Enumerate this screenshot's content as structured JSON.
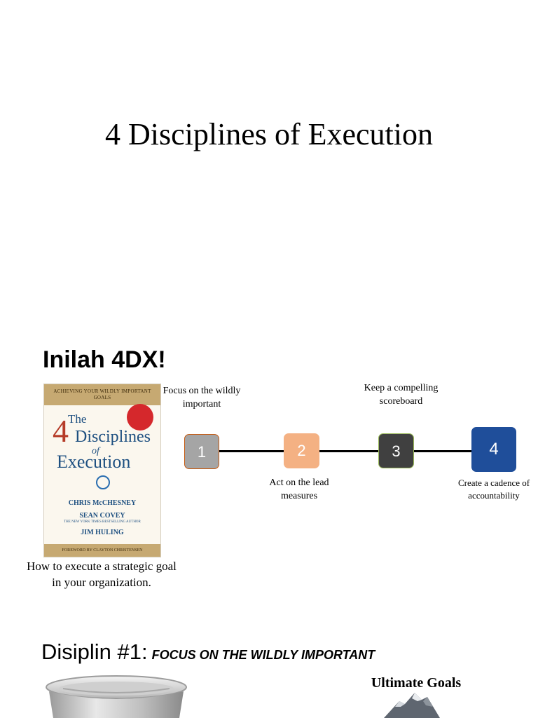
{
  "slide1": {
    "title": "4 Disciplines of Execution"
  },
  "slide2": {
    "title": "Inilah 4DX!",
    "book": {
      "banner": "ACHIEVING YOUR WILDLY IMPORTANT GOALS",
      "the": "The",
      "number": "4",
      "disciplines": "Disciplines",
      "of": "of",
      "execution": "Execution",
      "author_1": "CHRIS McCHESNEY",
      "author_2": "SEAN COVEY",
      "author_2_note": "THE NEW YORK TIMES BESTSELLING AUTHOR",
      "author_3": "JIM HULING",
      "foreword": "FOREWORD BY CLAYTON CHRISTENSEN"
    },
    "caption": "How to execute a strategic goal in your organization.",
    "steps": [
      {
        "number": "1",
        "label": "Focus on the wildly important",
        "color": "#a5a5a5"
      },
      {
        "number": "2",
        "label": "Act on the lead measures",
        "color": "#f4b183"
      },
      {
        "number": "3",
        "label": "Keep a compelling scoreboard",
        "color": "#404040"
      },
      {
        "number": "4",
        "label": "Create a cadence of accountability",
        "color": "#1f4e9a"
      }
    ]
  },
  "slide3": {
    "title": "Disiplin #1:",
    "subtitle": "FOCUS ON THE WILDLY IMPORTANT",
    "right_heading": "Ultimate Goals"
  }
}
